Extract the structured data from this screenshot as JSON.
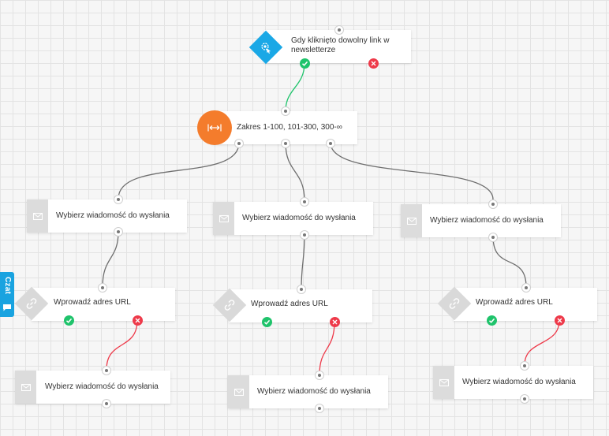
{
  "trigger": {
    "label": "Gdy kliknięto dowolny link w newsletterze"
  },
  "range": {
    "label": "Zakres 1-100, 101-300, 300-∞"
  },
  "send_nodes": [
    {
      "label": "Wybierz wiadomość do wysłania"
    },
    {
      "label": "Wybierz wiadomość do wysłania"
    },
    {
      "label": "Wybierz wiadomość do wysłania"
    }
  ],
  "url_nodes": [
    {
      "label": "Wprowadź adres URL"
    },
    {
      "label": "Wprowadź adres URL"
    },
    {
      "label": "Wprowadź adres URL"
    }
  ],
  "final_nodes": [
    {
      "label": "Wybierz wiadomość do wysłania"
    },
    {
      "label": "Wybierz wiadomość do wysłania"
    },
    {
      "label": "Wybierz wiadomość do wysłania"
    }
  ],
  "chat": {
    "label": "Czat"
  },
  "colors": {
    "trigger": "#1aa8e6",
    "range": "#f47c2c",
    "yes_wire": "#1fc36b",
    "no_wire": "#ee3a4a",
    "wire": "#6e6e6e",
    "chat_tab": "#19a3e0"
  }
}
